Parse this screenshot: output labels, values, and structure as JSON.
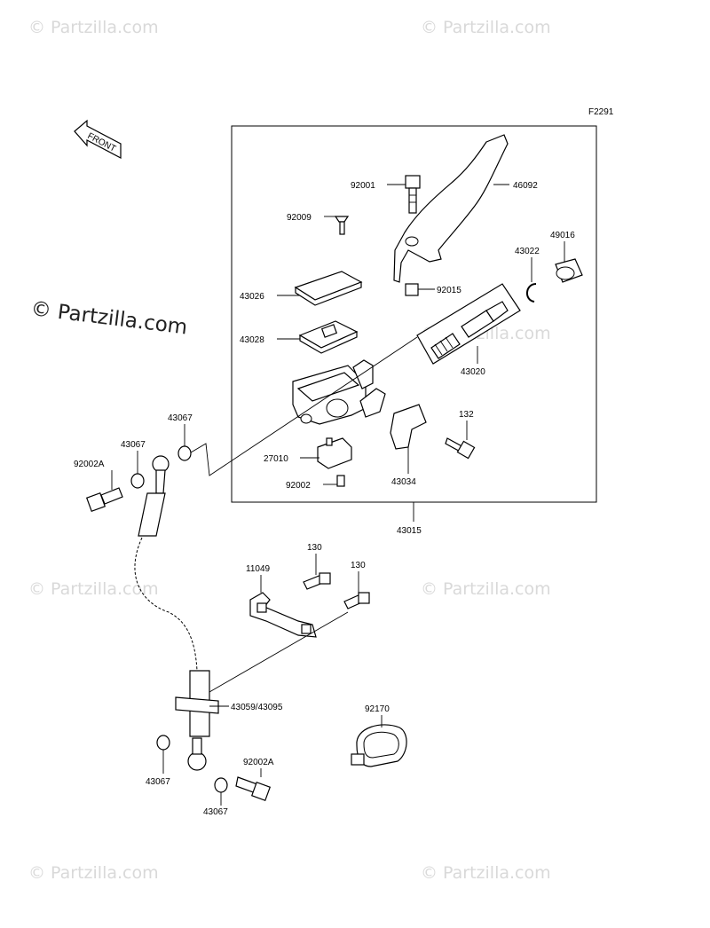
{
  "figure_code": "F2291",
  "front_arrow_label": "FRONT",
  "watermark_small": "© Partzilla.com",
  "watermark_large": "© Partzilla.com",
  "parts": {
    "p92001": "92001",
    "p46092": "46092",
    "p92009": "92009",
    "p49016": "49016",
    "p43022": "43022",
    "p43026": "43026",
    "p92015": "92015",
    "p43028": "43028",
    "p43020": "43020",
    "p43067_a": "43067",
    "p132": "132",
    "p43067_b": "43067",
    "p92002A_a": "92002A",
    "p27010": "27010",
    "p92002": "92002",
    "p43034": "43034",
    "p43015": "43015",
    "p11049": "11049",
    "p130_a": "130",
    "p130_b": "130",
    "p43059": "43059/43095",
    "p92170": "92170",
    "p43067_c": "43067",
    "p92002A_b": "92002A",
    "p43067_d": "43067"
  }
}
